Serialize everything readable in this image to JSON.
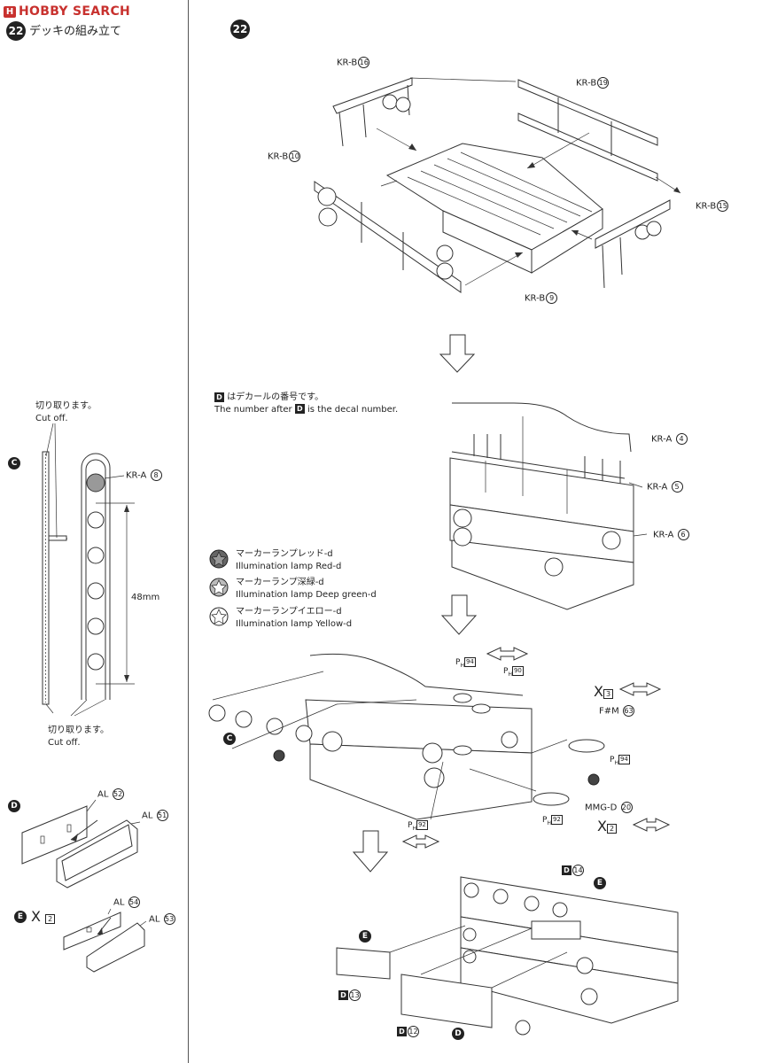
{
  "watermark": {
    "logo": "H",
    "text": "HOBBY SEARCH"
  },
  "step": {
    "number": "22",
    "title": "デッキの組み立て"
  },
  "left_panel": {
    "cut_top_jp": "切り取ります。",
    "cut_top_en": "Cut off.",
    "label_c": "C",
    "part_kra8": "KR-A",
    "part_kra8_num": "8",
    "measure": "48mm",
    "cut_bottom_jp": "切り取ります。",
    "cut_bottom_en": "Cut off.",
    "label_d": "D",
    "al52": "AL",
    "al52_num": "52",
    "al51": "AL",
    "al51_num": "51",
    "label_e": "E",
    "x2": "X",
    "x2_num": "2",
    "al54": "AL",
    "al54_num": "54",
    "al53": "AL",
    "al53_num": "53"
  },
  "main": {
    "step_num": "22",
    "parts": {
      "krb16": "KR-B",
      "krb16_num": "16",
      "krb19": "KR-B",
      "krb19_num": "19",
      "krb10": "KR-B",
      "krb10_num": "10",
      "krb15": "KR-B",
      "krb15_num": "15",
      "krb9": "KR-B",
      "krb9_num": "9",
      "kra4": "KR-A",
      "kra4_num": "4",
      "kra5": "KR-A",
      "kra5_num": "5",
      "kra6": "KR-A",
      "kra6_num": "6"
    },
    "decal_note_jp": "はデカールの番号です。",
    "decal_note_en_pre": "The number after",
    "decal_note_en_post": "is the decal number.",
    "decal_d": "D",
    "legend": [
      {
        "jp": "マーカーランプレッド-d",
        "en": "Illumination lamp Red-d",
        "color": "#666666"
      },
      {
        "jp": "マーカーランプ深緑-d",
        "en": "Illumination lamp Deep green-d",
        "color": "#aaaaaa"
      },
      {
        "jp": "マーカーランプイエロー-d",
        "en": "Illumination lamp Yellow-d",
        "color": "#ffffff"
      }
    ],
    "ph94_top": "94",
    "ph90": "90",
    "ph94_right": "94",
    "ph92_left": "92",
    "ph92_bottom": "92",
    "ph_letter": "P",
    "ph_sub": "H",
    "x3": "X",
    "x3_num": "3",
    "fm63": "F#M",
    "fm63_num": "63",
    "mmgd20": "MMG-D",
    "mmgd20_num": "20",
    "x2b": "X",
    "x2b_num": "2",
    "label_c2": "C",
    "d14": "14",
    "d13": "13",
    "d12": "12",
    "label_e_top": "E",
    "label_e_left": "E",
    "label_d_bottom": "D"
  }
}
